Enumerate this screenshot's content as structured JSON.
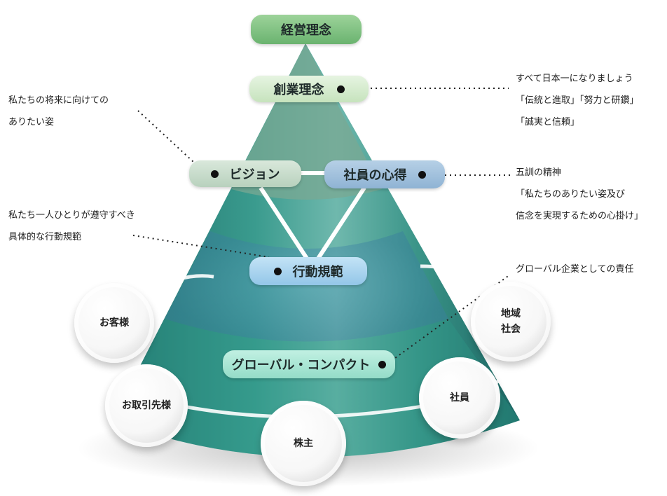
{
  "pyramid": {
    "top": "経営理念",
    "founding": "創業理念",
    "vision": "ビジョン",
    "employee_mind": "社員の心得",
    "conduct": "行動規範",
    "global_compact": "グローバル・コンパクト"
  },
  "notes": {
    "left_vision": [
      "私たちの将来に向けての",
      "ありたい姿"
    ],
    "left_conduct": [
      "私たち一人ひとりが遵守すべき",
      "具体的な行動規範"
    ],
    "right_founding": [
      "すべて日本一になりましょう",
      "「伝統と進取」「努力と研鑽」",
      "「誠実と信頼」"
    ],
    "right_mind": [
      "五訓の精神",
      "「私たちのありたい姿及び",
      "信念を実現するための心掛け」"
    ],
    "right_global": [
      "グローバル企業としての責任"
    ]
  },
  "stakeholders": {
    "customers": "お客様",
    "partners": "お取引先様",
    "shareholders": "株主",
    "employees": "社員",
    "community": [
      "地域",
      "社会"
    ]
  },
  "colors": {
    "top_pill": "#7cc17e",
    "founding_pill": "#d6ecd0",
    "vision_pill": "#c7dccb",
    "mind_pill": "#9fbfdb",
    "conduct_pill": "#a8d2ee",
    "global_pill": "#a7e6d5"
  }
}
